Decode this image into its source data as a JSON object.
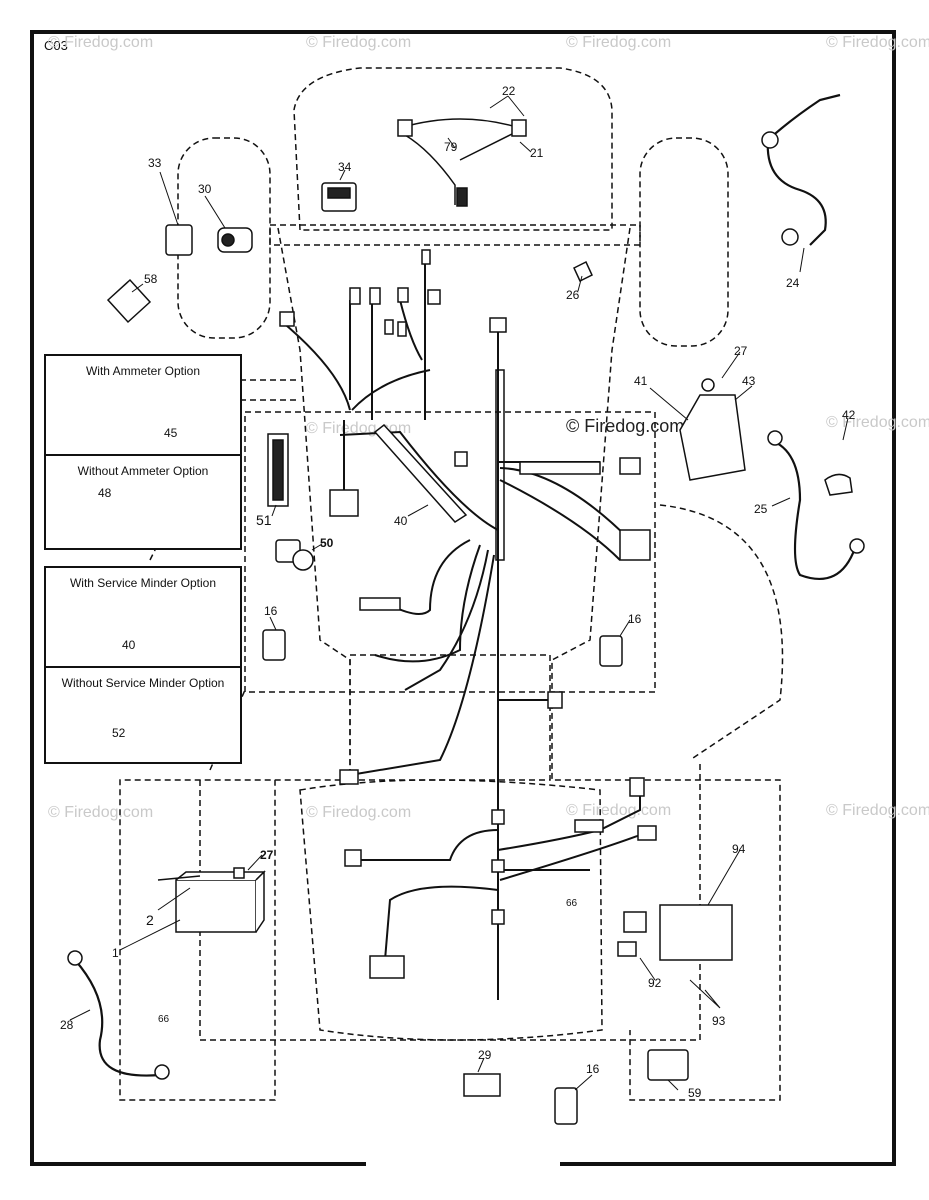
{
  "diagram_code": "C03",
  "watermark": "© Firedog.com",
  "main_watermark": "© Firedog.com",
  "option_boxes": {
    "ammeter": {
      "with": "With Ammeter Option",
      "without": "Without Ammeter Option",
      "with_part": "45",
      "without_part": "48"
    },
    "service_minder": {
      "with": "With Service Minder Option",
      "without": "Without Service Minder Option",
      "with_part": "40",
      "without_part": "52"
    }
  },
  "callouts": {
    "c22": "22",
    "c79": "79",
    "c21": "21",
    "c34": "34",
    "c33": "33",
    "c30": "30",
    "c58": "58",
    "c24": "24",
    "c26": "26",
    "c27a": "27",
    "c41": "41",
    "c43": "43",
    "c42": "42",
    "c25": "25",
    "c40": "40",
    "c51": "51",
    "c50": "50",
    "c16a": "16",
    "c16b": "16",
    "c16c": "16",
    "c27b": "27",
    "c2": "2",
    "c1": "1",
    "c28": "28",
    "c66a": "66",
    "c66b": "66",
    "c94": "94",
    "c92": "92",
    "c93": "93",
    "c29": "29",
    "c59": "59"
  }
}
